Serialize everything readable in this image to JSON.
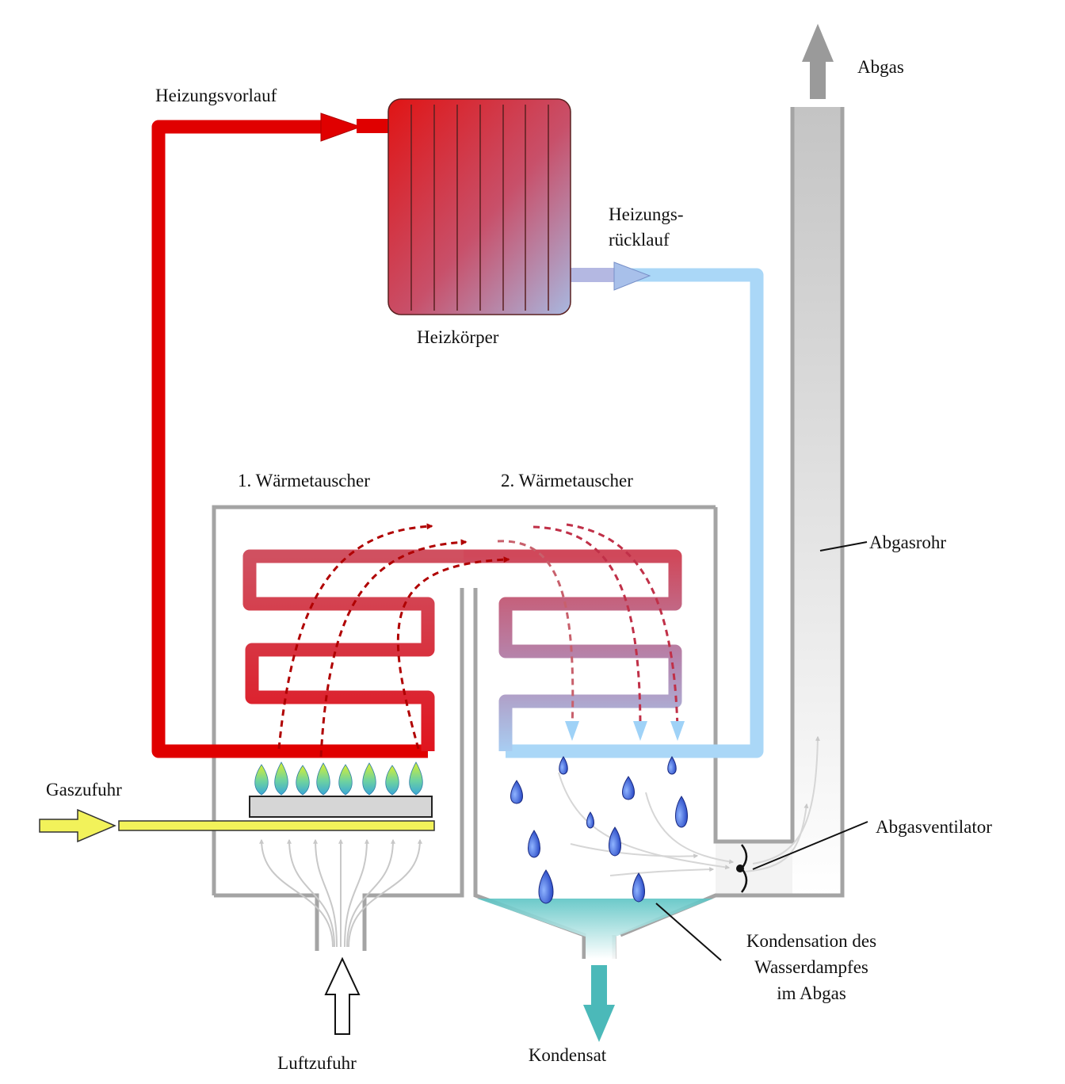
{
  "labels": {
    "exhaust": "Abgas",
    "supply_line": "Heizungsvorlauf",
    "return_line_1": "Heizungs-",
    "return_line_2": "rücklauf",
    "radiator": "Heizkörper",
    "exchanger_1": "1. Wärmetauscher",
    "exchanger_2": "2. Wärmetauscher",
    "exhaust_pipe": "Abgasrohr",
    "gas_supply": "Gaszufuhr",
    "exhaust_fan": "Abgasventilator",
    "condensation_1": "Kondensation des",
    "condensation_2": "Wasserdampfes",
    "condensation_3": "im Abgas",
    "condensate": "Kondensat",
    "air_supply": "Luftzufuhr"
  },
  "colors": {
    "hot_water": "#e00000",
    "return_water": "#aad7f7",
    "housing": "#a4a4a4",
    "gas": "#f2f25a",
    "condensate": "#4bb9b9",
    "exhaust_arrow": "#9a9a9a",
    "water_drop": "#2f56d6"
  }
}
